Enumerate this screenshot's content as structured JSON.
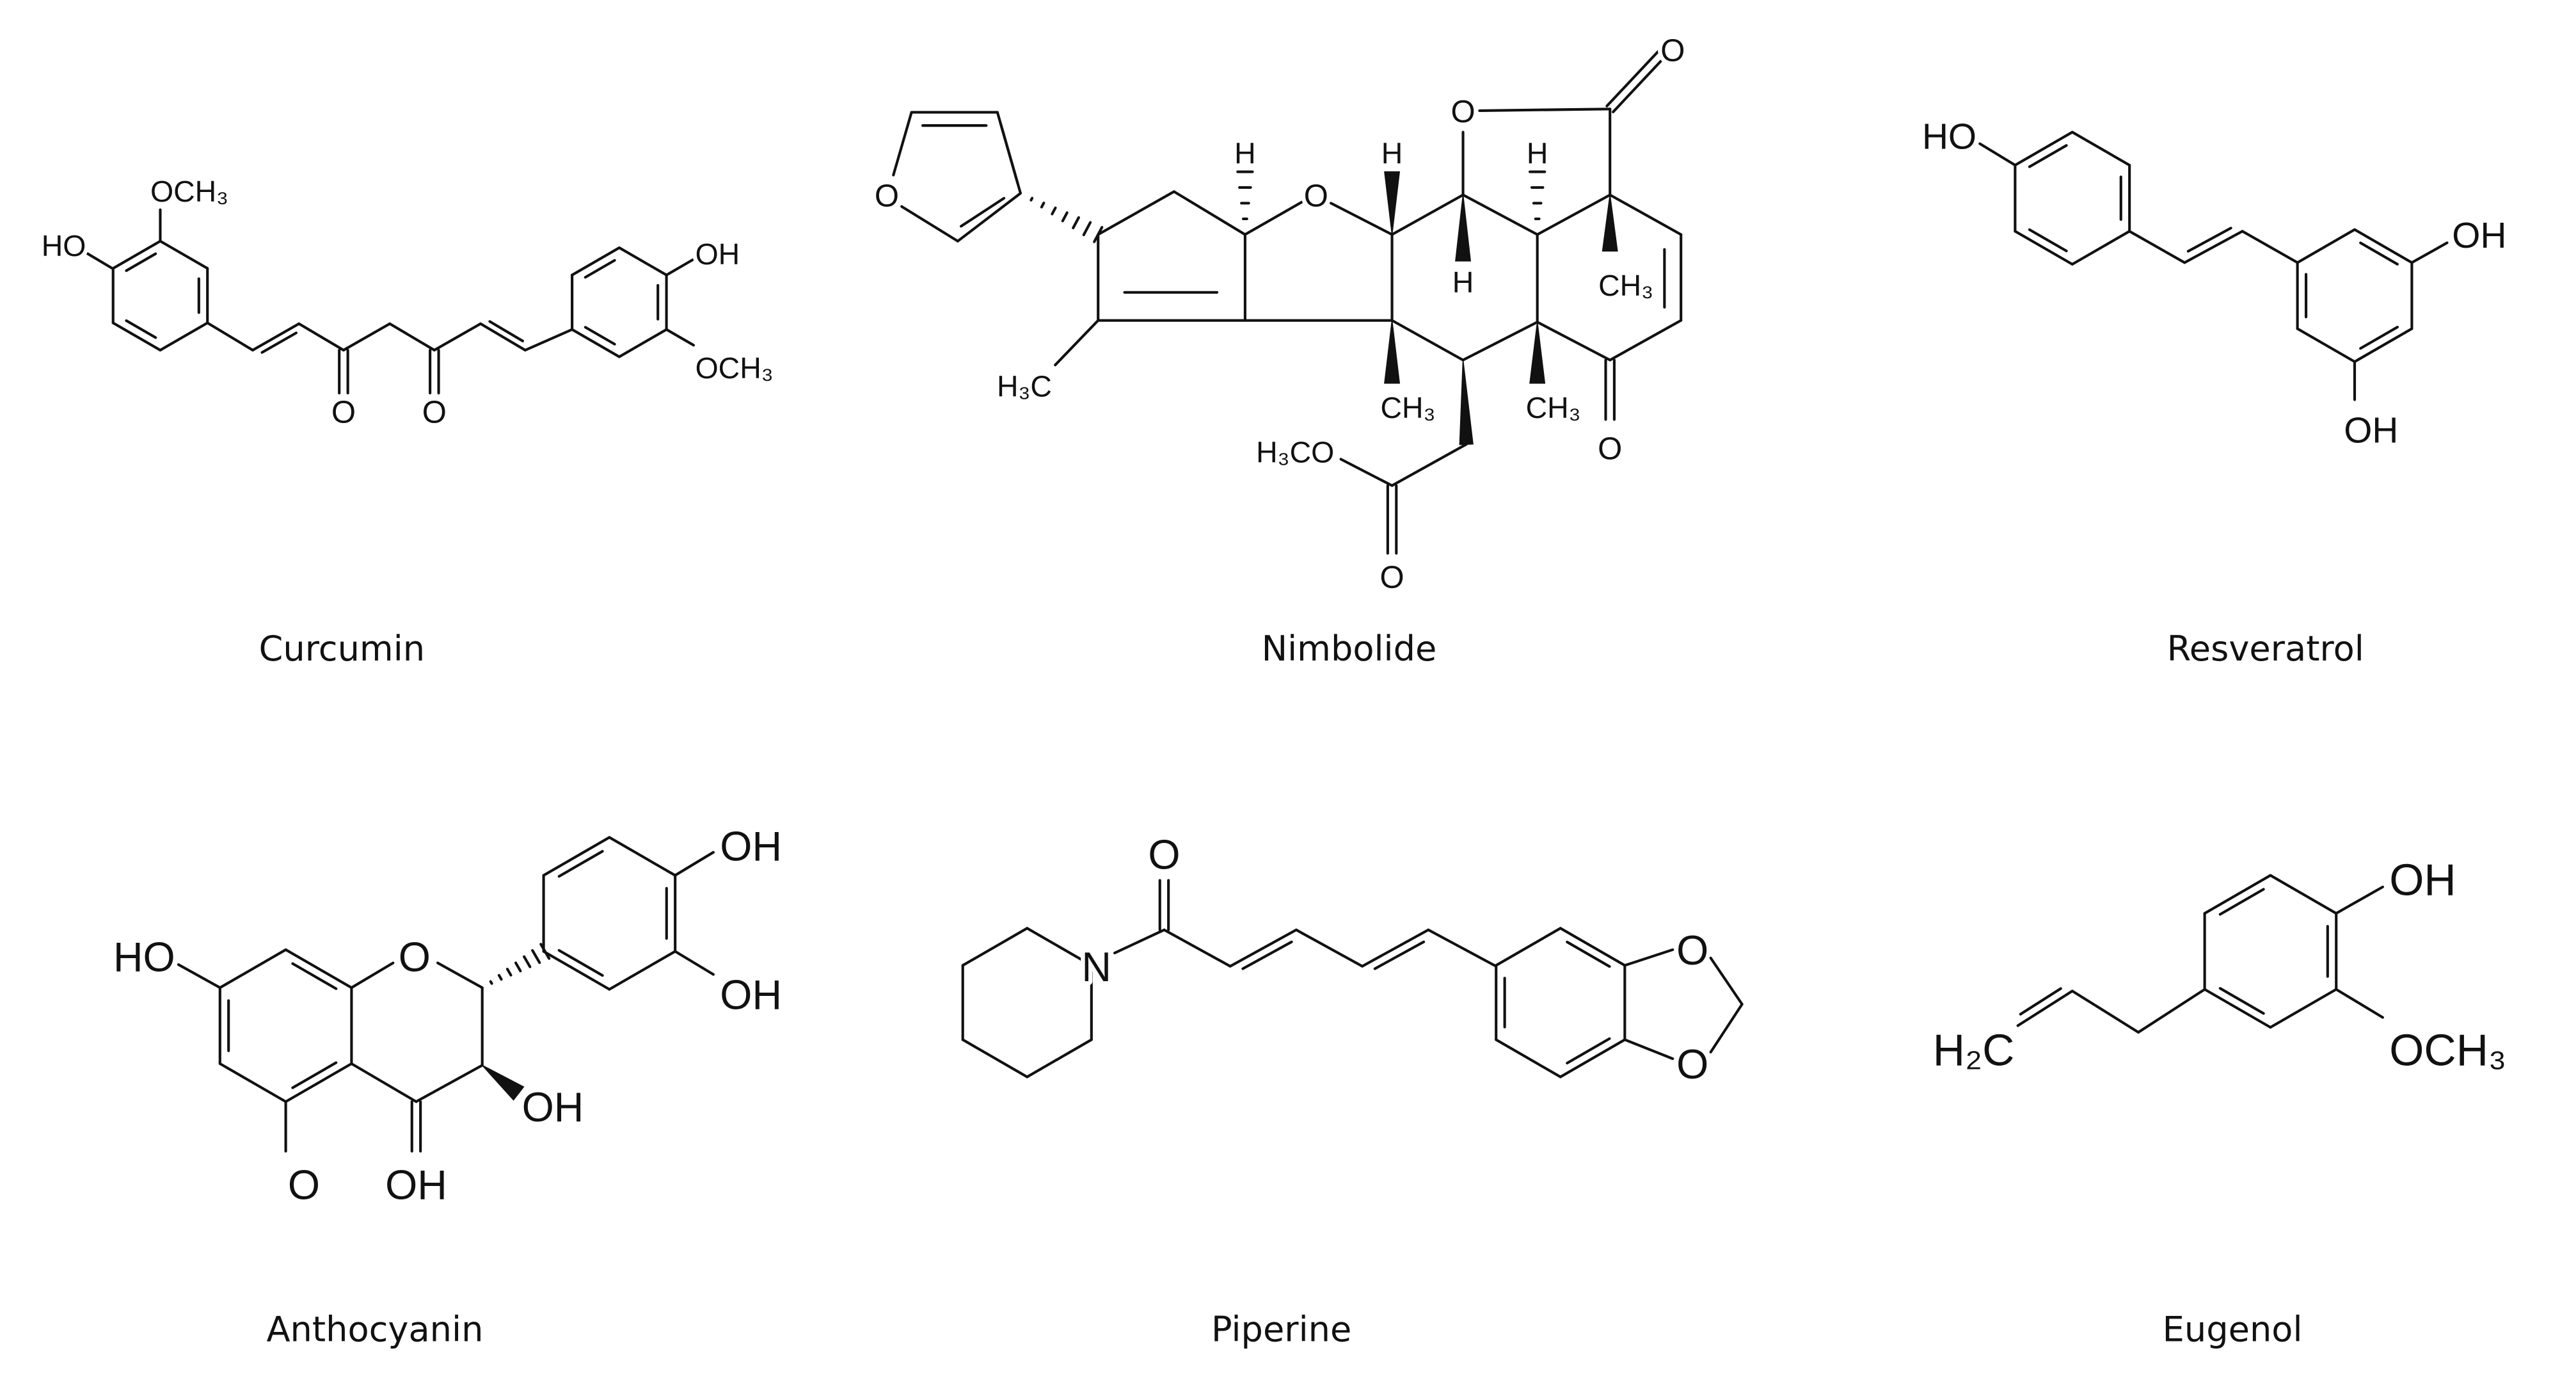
{
  "figure": {
    "molecules": [
      {
        "name": "Curcumin",
        "atoms": [
          "OCH₃",
          "HO",
          "O",
          "O",
          "OH",
          "OCH₃"
        ]
      },
      {
        "name": "Nimbolide",
        "atoms": [
          "O",
          "H₃C",
          "H",
          "O",
          "H",
          "H",
          "O",
          "O",
          "H",
          "CH₃",
          "CH₃",
          "CH₃",
          "O",
          "H₃CO",
          "O"
        ]
      },
      {
        "name": "Resveratrol",
        "atoms": [
          "HO",
          "OH",
          "OH"
        ]
      },
      {
        "name": "Anthocyanin",
        "atoms": [
          "HO",
          "O",
          "O",
          "OH",
          "OH",
          "OH",
          "OH"
        ]
      },
      {
        "name": "Piperine",
        "atoms": [
          "O",
          "N",
          "O",
          "O"
        ]
      },
      {
        "name": "Eugenol",
        "atoms": [
          "OH",
          "OCH₃",
          "H₂C"
        ]
      }
    ],
    "colors": {
      "ink": "#111111",
      "background": "#ffffff"
    }
  }
}
